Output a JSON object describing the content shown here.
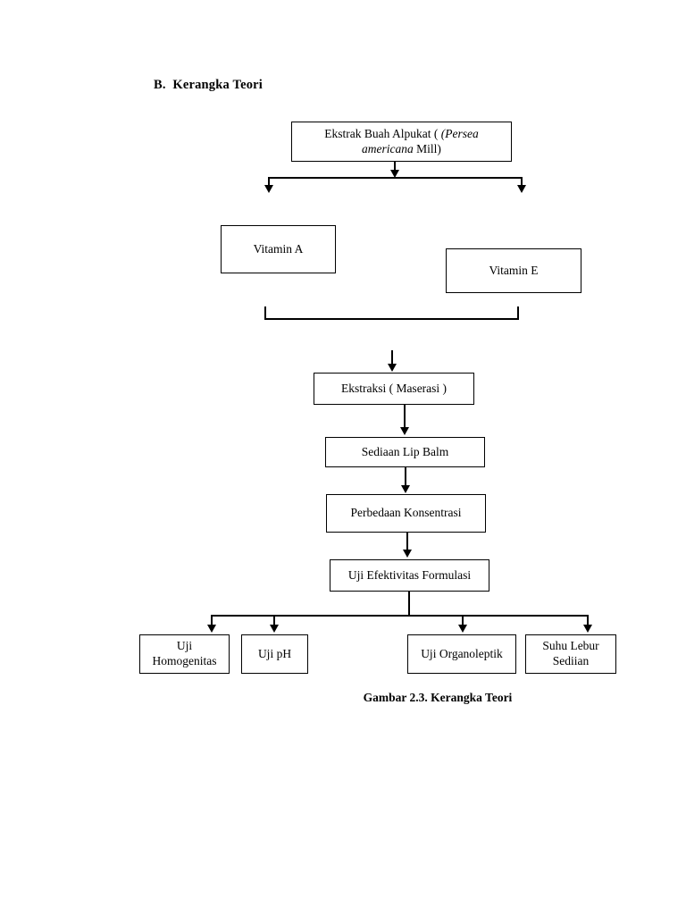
{
  "document": {
    "section_heading": "B.  Kerangka Teori",
    "figure_caption": "Gambar 2.3. Kerangka Teori"
  },
  "diagram": {
    "type": "flowchart",
    "orientation": "top-to-bottom",
    "nodes": [
      {
        "id": "ekstrak",
        "label": "Ekstrak Buah Alpukat ( (Persea americana Mill)",
        "label_line1_plain": "Ekstrak Buah Alpukat ( ",
        "label_line1_italic": "(Persea",
        "label_line2_italic": "americana",
        "label_line2_plain": " Mill)"
      },
      {
        "id": "vitamin-a",
        "label": "Vitamin A"
      },
      {
        "id": "vitamin-e",
        "label": "Vitamin E"
      },
      {
        "id": "ekstraksi",
        "label": "Ekstraksi ( Maserasi )"
      },
      {
        "id": "sediaan-lip-balm",
        "label": "Sediaan Lip Balm"
      },
      {
        "id": "perbedaan-konsentrasi",
        "label": "Perbedaan Konsentrasi"
      },
      {
        "id": "uji-efektivitas",
        "label": "Uji Efektivitas Formulasi"
      },
      {
        "id": "uji-homogenitas",
        "label": "Uji\nHomogenitas"
      },
      {
        "id": "uji-ph",
        "label": "Uji pH"
      },
      {
        "id": "uji-organoleptik",
        "label": "Uji Organoleptik"
      },
      {
        "id": "suhu-lebur-sediian",
        "label": "Suhu Lebur\nSediian"
      }
    ],
    "edges": [
      {
        "from": "ekstrak",
        "to": "vitamin-a"
      },
      {
        "from": "ekstrak",
        "to": "vitamin-e"
      },
      {
        "from": "vitamin-a",
        "to": "ekstraksi"
      },
      {
        "from": "vitamin-e",
        "to": "ekstraksi"
      },
      {
        "from": "ekstraksi",
        "to": "sediaan-lip-balm"
      },
      {
        "from": "sediaan-lip-balm",
        "to": "perbedaan-konsentrasi"
      },
      {
        "from": "perbedaan-konsentrasi",
        "to": "uji-efektivitas"
      },
      {
        "from": "uji-efektivitas",
        "to": "uji-homogenitas"
      },
      {
        "from": "uji-efektivitas",
        "to": "uji-ph"
      },
      {
        "from": "uji-efektivitas",
        "to": "uji-organoleptik"
      },
      {
        "from": "uji-efektivitas",
        "to": "suhu-lebur-sediian"
      }
    ],
    "colors": {
      "stroke": "#000000",
      "fill": "#ffffff",
      "text": "#000000"
    }
  }
}
